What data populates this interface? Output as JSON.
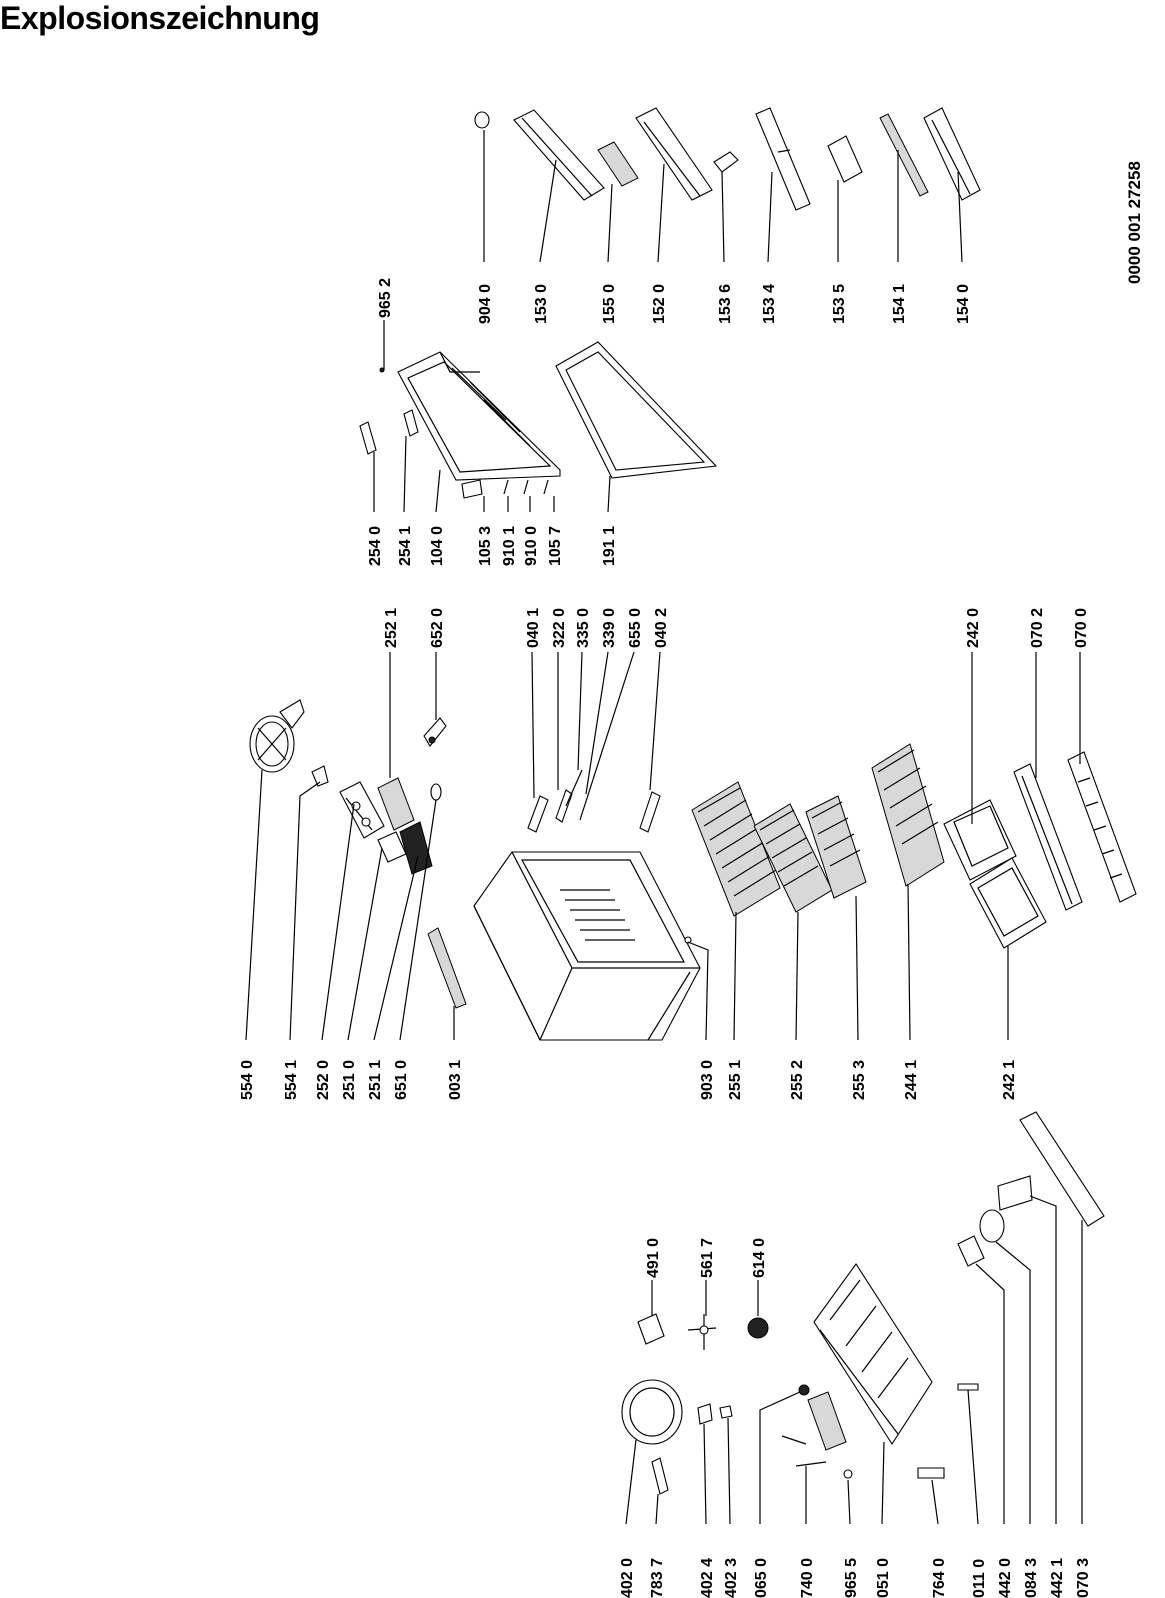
{
  "title": "Explosionszeichnung",
  "doc_number": "0000 001 27258",
  "callouts": [
    {
      "id": "554-0",
      "label": "554 0"
    },
    {
      "id": "554-1",
      "label": "554 1"
    },
    {
      "id": "252-0",
      "label": "252 0"
    },
    {
      "id": "251-0",
      "label": "251 0"
    },
    {
      "id": "251-1",
      "label": "251 1"
    },
    {
      "id": "651-0",
      "label": "651 0"
    },
    {
      "id": "003-1",
      "label": "003 1"
    },
    {
      "id": "252-1",
      "label": "252 1"
    },
    {
      "id": "652-0",
      "label": "652 0"
    },
    {
      "id": "254-0",
      "label": "254 0"
    },
    {
      "id": "254-1",
      "label": "254 1"
    },
    {
      "id": "104-0",
      "label": "104 0"
    },
    {
      "id": "105-3",
      "label": "105 3"
    },
    {
      "id": "910-1",
      "label": "910 1"
    },
    {
      "id": "910-0",
      "label": "910 0"
    },
    {
      "id": "105-7",
      "label": "105 7"
    },
    {
      "id": "191-1",
      "label": "191 1"
    },
    {
      "id": "965-2",
      "label": "965 2"
    },
    {
      "id": "904-0",
      "label": "904 0"
    },
    {
      "id": "153-0",
      "label": "153 0"
    },
    {
      "id": "155-0",
      "label": "155 0"
    },
    {
      "id": "152-0",
      "label": "152 0"
    },
    {
      "id": "153-6",
      "label": "153 6"
    },
    {
      "id": "153-4",
      "label": "153 4"
    },
    {
      "id": "153-5",
      "label": "153 5"
    },
    {
      "id": "154-1",
      "label": "154 1"
    },
    {
      "id": "154-0",
      "label": "154 0"
    },
    {
      "id": "040-1",
      "label": "040 1"
    },
    {
      "id": "322-0",
      "label": "322 0"
    },
    {
      "id": "335-0",
      "label": "335 0"
    },
    {
      "id": "339-0",
      "label": "339 0"
    },
    {
      "id": "655-0",
      "label": "655 0"
    },
    {
      "id": "040-2",
      "label": "040 2"
    },
    {
      "id": "242-0",
      "label": "242 0"
    },
    {
      "id": "070-2",
      "label": "070 2"
    },
    {
      "id": "070-0",
      "label": "070 0"
    },
    {
      "id": "903-0",
      "label": "903 0"
    },
    {
      "id": "255-1",
      "label": "255 1"
    },
    {
      "id": "255-2",
      "label": "255 2"
    },
    {
      "id": "255-3",
      "label": "255 3"
    },
    {
      "id": "244-1",
      "label": "244 1"
    },
    {
      "id": "242-1",
      "label": "242 1"
    },
    {
      "id": "491-0",
      "label": "491 0"
    },
    {
      "id": "561-7",
      "label": "561 7"
    },
    {
      "id": "614-0",
      "label": "614 0"
    },
    {
      "id": "402-0",
      "label": "402 0"
    },
    {
      "id": "783-7",
      "label": "783 7"
    },
    {
      "id": "402-4",
      "label": "402 4"
    },
    {
      "id": "402-3",
      "label": "402 3"
    },
    {
      "id": "065-0",
      "label": "065 0"
    },
    {
      "id": "740-0",
      "label": "740 0"
    },
    {
      "id": "965-5",
      "label": "965 5"
    },
    {
      "id": "051-0",
      "label": "051 0"
    },
    {
      "id": "764-0",
      "label": "764 0"
    },
    {
      "id": "011-0",
      "label": "011 0"
    },
    {
      "id": "442-0",
      "label": "442 0"
    },
    {
      "id": "084-3",
      "label": "084 3"
    },
    {
      "id": "442-1",
      "label": "442 1"
    },
    {
      "id": "070-3",
      "label": "070 3"
    }
  ]
}
